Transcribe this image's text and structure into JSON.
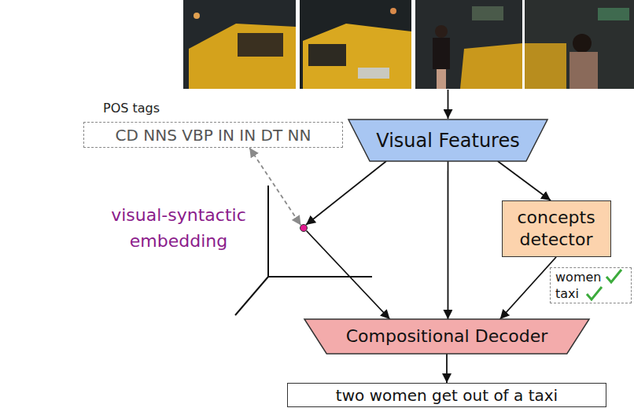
{
  "diagram": {
    "nodes": [
      {
        "text": [
          "POS tags",
          "CD NNS VBP IN IN DT NN"
        ]
      },
      {
        "text": [
          "Visual Features"
        ]
      },
      {
        "text": [
          "visual-syntactic embedding"
        ]
      },
      {
        "text": [
          "concepts detector"
        ]
      },
      {
        "text": [
          "women",
          "taxi"
        ]
      },
      {
        "text": [
          "Compositional Decoder"
        ]
      },
      {
        "text": [
          "two women get out of a taxi"
        ]
      }
    ],
    "edges": [
      {
        "from": 1,
        "to": 2,
        "arrow": "to"
      },
      {
        "from": 1,
        "to": 5,
        "arrow": "to"
      },
      {
        "from": 1,
        "to": 3,
        "arrow": "to"
      },
      {
        "from": 0,
        "to": 2,
        "arrow": "both"
      },
      {
        "from": 2,
        "to": 5,
        "arrow": "to"
      },
      {
        "from": 3,
        "to": 5,
        "arrow": "to"
      },
      {
        "from": 5,
        "to": 6,
        "arrow": "to"
      }
    ]
  }
}
